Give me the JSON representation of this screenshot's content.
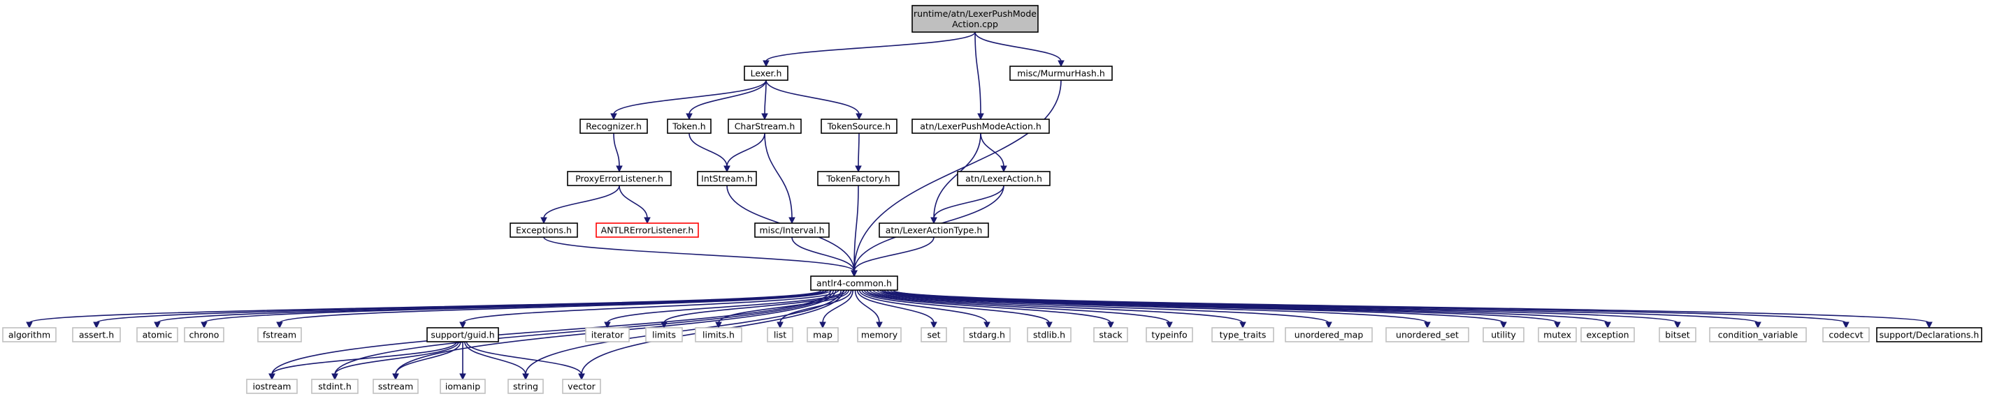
{
  "colors": {
    "edge": "#191970",
    "node_border": "#000000",
    "external_border": "#bfbfbf",
    "error_border": "#ff0000",
    "root_fill": "#bfbfbf",
    "node_fill": "#ffffff"
  },
  "nodes": [
    {
      "id": "root",
      "lines": [
        "runtime/atn/LexerPushMode",
        "Action.cpp"
      ],
      "style": "root"
    },
    {
      "id": "lexer_h",
      "lines": [
        "Lexer.h"
      ],
      "style": "normal"
    },
    {
      "id": "murmur",
      "lines": [
        "misc/MurmurHash.h"
      ],
      "style": "normal"
    },
    {
      "id": "recognizer",
      "lines": [
        "Recognizer.h"
      ],
      "style": "normal"
    },
    {
      "id": "token",
      "lines": [
        "Token.h"
      ],
      "style": "normal"
    },
    {
      "id": "charstream",
      "lines": [
        "CharStream.h"
      ],
      "style": "normal"
    },
    {
      "id": "tokensource",
      "lines": [
        "TokenSource.h"
      ],
      "style": "normal"
    },
    {
      "id": "lpma_h",
      "lines": [
        "atn/LexerPushModeAction.h"
      ],
      "style": "normal"
    },
    {
      "id": "proxy",
      "lines": [
        "ProxyErrorListener.h"
      ],
      "style": "normal"
    },
    {
      "id": "intstream",
      "lines": [
        "IntStream.h"
      ],
      "style": "normal"
    },
    {
      "id": "tokenfactory",
      "lines": [
        "TokenFactory.h"
      ],
      "style": "normal"
    },
    {
      "id": "lexeraction",
      "lines": [
        "atn/LexerAction.h"
      ],
      "style": "normal"
    },
    {
      "id": "exceptions",
      "lines": [
        "Exceptions.h"
      ],
      "style": "normal"
    },
    {
      "id": "antlrerror",
      "lines": [
        "ANTLRErrorListener.h"
      ],
      "style": "error"
    },
    {
      "id": "interval",
      "lines": [
        "misc/Interval.h"
      ],
      "style": "normal"
    },
    {
      "id": "lexeractiontype",
      "lines": [
        "atn/LexerActionType.h"
      ],
      "style": "normal"
    },
    {
      "id": "common",
      "lines": [
        "antlr4-common.h"
      ],
      "style": "normal"
    },
    {
      "id": "algorithm",
      "lines": [
        "algorithm"
      ],
      "style": "external"
    },
    {
      "id": "assert",
      "lines": [
        "assert.h"
      ],
      "style": "external"
    },
    {
      "id": "atomic",
      "lines": [
        "atomic"
      ],
      "style": "external"
    },
    {
      "id": "chrono",
      "lines": [
        "chrono"
      ],
      "style": "external"
    },
    {
      "id": "fstream",
      "lines": [
        "fstream"
      ],
      "style": "external"
    },
    {
      "id": "guid",
      "lines": [
        "support/guid.h"
      ],
      "style": "normal"
    },
    {
      "id": "iterator",
      "lines": [
        "iterator"
      ],
      "style": "external"
    },
    {
      "id": "limits",
      "lines": [
        "limits"
      ],
      "style": "external"
    },
    {
      "id": "limits_h",
      "lines": [
        "limits.h"
      ],
      "style": "external"
    },
    {
      "id": "list",
      "lines": [
        "list"
      ],
      "style": "external"
    },
    {
      "id": "map",
      "lines": [
        "map"
      ],
      "style": "external"
    },
    {
      "id": "memory",
      "lines": [
        "memory"
      ],
      "style": "external"
    },
    {
      "id": "set",
      "lines": [
        "set"
      ],
      "style": "external"
    },
    {
      "id": "stdarg",
      "lines": [
        "stdarg.h"
      ],
      "style": "external"
    },
    {
      "id": "stdlib",
      "lines": [
        "stdlib.h"
      ],
      "style": "external"
    },
    {
      "id": "stack",
      "lines": [
        "stack"
      ],
      "style": "external"
    },
    {
      "id": "typeinfo",
      "lines": [
        "typeinfo"
      ],
      "style": "external"
    },
    {
      "id": "type_traits",
      "lines": [
        "type_traits"
      ],
      "style": "external"
    },
    {
      "id": "unordered_map",
      "lines": [
        "unordered_map"
      ],
      "style": "external"
    },
    {
      "id": "unordered_set",
      "lines": [
        "unordered_set"
      ],
      "style": "external"
    },
    {
      "id": "utility",
      "lines": [
        "utility"
      ],
      "style": "external"
    },
    {
      "id": "mutex",
      "lines": [
        "mutex"
      ],
      "style": "external"
    },
    {
      "id": "exception",
      "lines": [
        "exception"
      ],
      "style": "external"
    },
    {
      "id": "bitset",
      "lines": [
        "bitset"
      ],
      "style": "external"
    },
    {
      "id": "condvar",
      "lines": [
        "condition_variable"
      ],
      "style": "external"
    },
    {
      "id": "codecvt",
      "lines": [
        "codecvt"
      ],
      "style": "external"
    },
    {
      "id": "declarations",
      "lines": [
        "support/Declarations.h"
      ],
      "style": "normal"
    },
    {
      "id": "iostream",
      "lines": [
        "iostream"
      ],
      "style": "external"
    },
    {
      "id": "stdint",
      "lines": [
        "stdint.h"
      ],
      "style": "external"
    },
    {
      "id": "sstream",
      "lines": [
        "sstream"
      ],
      "style": "external"
    },
    {
      "id": "iomanip",
      "lines": [
        "iomanip"
      ],
      "style": "external"
    },
    {
      "id": "string",
      "lines": [
        "string"
      ],
      "style": "external"
    },
    {
      "id": "vector",
      "lines": [
        "vector"
      ],
      "style": "external"
    }
  ],
  "edges": [
    [
      "root",
      "lexer_h"
    ],
    [
      "root",
      "lpma_h"
    ],
    [
      "root",
      "murmur"
    ],
    [
      "lexer_h",
      "recognizer"
    ],
    [
      "lexer_h",
      "token"
    ],
    [
      "lexer_h",
      "charstream"
    ],
    [
      "lexer_h",
      "tokensource"
    ],
    [
      "recognizer",
      "proxy"
    ],
    [
      "proxy",
      "exceptions"
    ],
    [
      "proxy",
      "antlrerror"
    ],
    [
      "exceptions",
      "common"
    ],
    [
      "token",
      "intstream"
    ],
    [
      "charstream",
      "intstream"
    ],
    [
      "charstream",
      "interval"
    ],
    [
      "intstream",
      "common"
    ],
    [
      "interval",
      "common"
    ],
    [
      "tokensource",
      "tokenfactory"
    ],
    [
      "tokenfactory",
      "common"
    ],
    [
      "lpma_h",
      "lexeraction"
    ],
    [
      "lpma_h",
      "lexeractiontype"
    ],
    [
      "lexeraction",
      "lexeractiontype"
    ],
    [
      "lexeraction",
      "common"
    ],
    [
      "lexeractiontype",
      "common"
    ],
    [
      "murmur",
      "common"
    ],
    [
      "common",
      "algorithm"
    ],
    [
      "common",
      "assert"
    ],
    [
      "common",
      "atomic"
    ],
    [
      "common",
      "chrono"
    ],
    [
      "common",
      "fstream"
    ],
    [
      "common",
      "iostream"
    ],
    [
      "common",
      "stdint"
    ],
    [
      "common",
      "sstream"
    ],
    [
      "common",
      "guid"
    ],
    [
      "common",
      "string"
    ],
    [
      "common",
      "vector"
    ],
    [
      "common",
      "iterator"
    ],
    [
      "common",
      "limits"
    ],
    [
      "common",
      "limits_h"
    ],
    [
      "common",
      "list"
    ],
    [
      "common",
      "map"
    ],
    [
      "common",
      "memory"
    ],
    [
      "common",
      "set"
    ],
    [
      "common",
      "stdarg"
    ],
    [
      "common",
      "stdlib"
    ],
    [
      "common",
      "stack"
    ],
    [
      "common",
      "typeinfo"
    ],
    [
      "common",
      "type_traits"
    ],
    [
      "common",
      "unordered_map"
    ],
    [
      "common",
      "unordered_set"
    ],
    [
      "common",
      "utility"
    ],
    [
      "common",
      "mutex"
    ],
    [
      "common",
      "exception"
    ],
    [
      "common",
      "bitset"
    ],
    [
      "common",
      "condvar"
    ],
    [
      "common",
      "codecvt"
    ],
    [
      "common",
      "declarations"
    ],
    [
      "guid",
      "iostream"
    ],
    [
      "guid",
      "stdint"
    ],
    [
      "guid",
      "sstream"
    ],
    [
      "guid",
      "iomanip"
    ],
    [
      "guid",
      "string"
    ],
    [
      "guid",
      "vector"
    ]
  ]
}
